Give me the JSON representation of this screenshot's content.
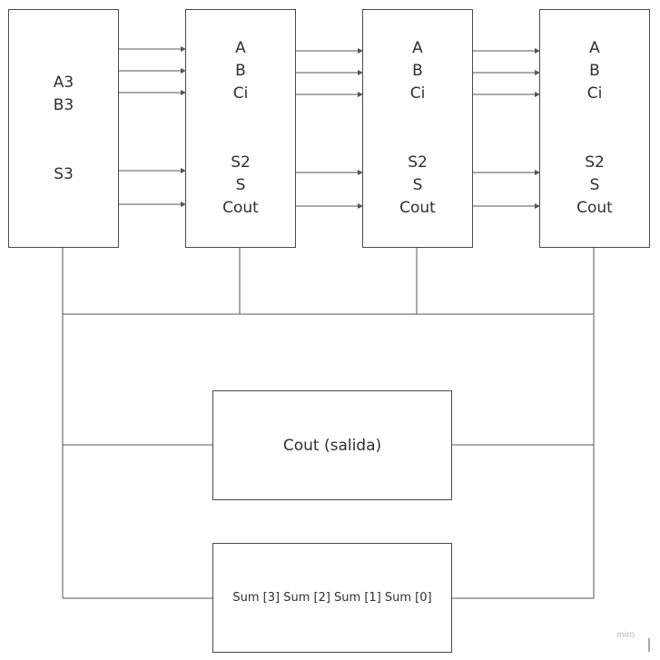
{
  "blocks": [
    {
      "labels": [
        "A3",
        "B3",
        "",
        "S3"
      ]
    },
    {
      "labels": [
        "A",
        "B",
        "Ci",
        "",
        "S2",
        "S",
        "Cout"
      ]
    },
    {
      "labels": [
        "A",
        "B",
        "Ci",
        "",
        "S2",
        "S",
        "Cout"
      ]
    },
    {
      "labels": [
        "A",
        "B",
        "Ci",
        "",
        "S2",
        "S",
        "Cout"
      ]
    }
  ],
  "outputs": {
    "cout_label": "Cout (salida)",
    "sum_label": "Sum [3] Sum [2] Sum [1] Sum [0]"
  },
  "watermark": "miro"
}
